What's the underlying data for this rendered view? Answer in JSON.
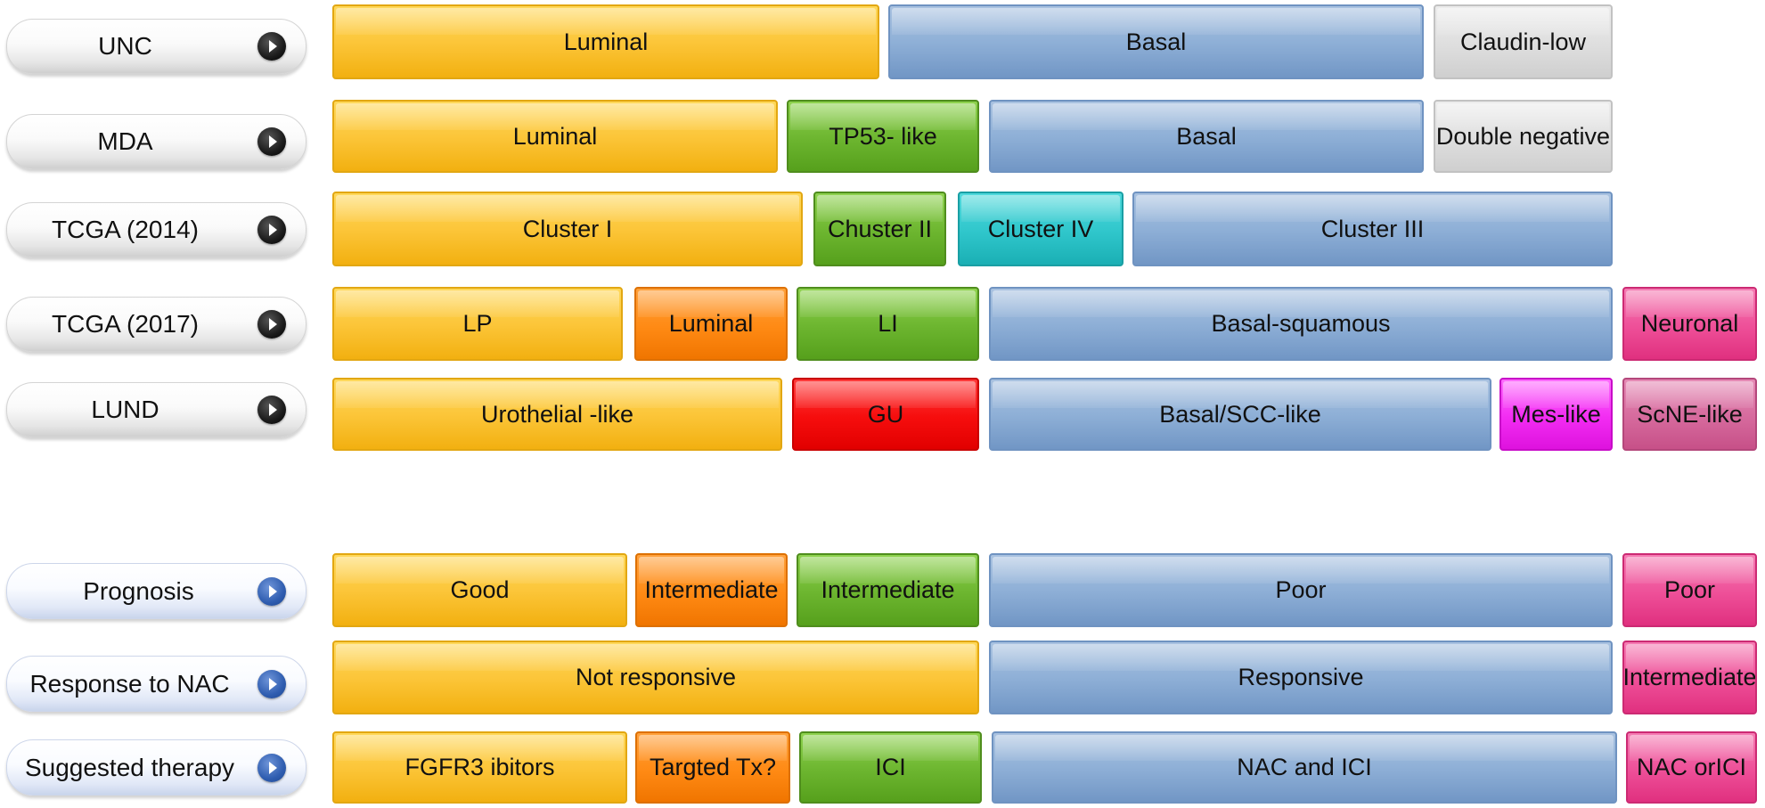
{
  "classification_rows": [
    {
      "label": "UNC",
      "style": "gray",
      "segments": [
        {
          "text": "Luminal",
          "color": "yellow"
        },
        {
          "text": "Basal",
          "color": "blue"
        },
        {
          "text": "Claudin-low",
          "color": "gray"
        }
      ]
    },
    {
      "label": "MDA",
      "style": "gray",
      "segments": [
        {
          "text": "Luminal",
          "color": "yellow"
        },
        {
          "text": "TP53- like",
          "color": "green"
        },
        {
          "text": "Basal",
          "color": "blue"
        },
        {
          "text": "Double negative",
          "color": "gray"
        }
      ]
    },
    {
      "label": "TCGA (2014)",
      "style": "gray",
      "segments": [
        {
          "text": "Cluster I",
          "color": "yellow"
        },
        {
          "text": "Chuster II",
          "color": "green"
        },
        {
          "text": "Cluster IV",
          "color": "teal"
        },
        {
          "text": "Cluster III",
          "color": "blue"
        }
      ]
    },
    {
      "label": "TCGA (2017)",
      "style": "gray",
      "segments": [
        {
          "text": "LP",
          "color": "yellow"
        },
        {
          "text": "Luminal",
          "color": "orange"
        },
        {
          "text": "LI",
          "color": "green"
        },
        {
          "text": "Basal-squamous",
          "color": "blue"
        },
        {
          "text": "Neuronal",
          "color": "pink"
        }
      ]
    },
    {
      "label": "LUND",
      "style": "gray",
      "segments": [
        {
          "text": "Urothelial -like",
          "color": "yellow"
        },
        {
          "text": "GU",
          "color": "red"
        },
        {
          "text": "Basal/SCC-like",
          "color": "blue"
        },
        {
          "text": "Mes-like",
          "color": "magenta"
        },
        {
          "text": "ScNE-like",
          "color": "rose"
        }
      ]
    }
  ],
  "outcome_rows": [
    {
      "label": "Prognosis",
      "style": "blue",
      "segments": [
        {
          "text": "Good",
          "color": "yellow"
        },
        {
          "text": "Intermediate",
          "color": "orange"
        },
        {
          "text": "Intermediate",
          "color": "green"
        },
        {
          "text": "Poor",
          "color": "blue"
        },
        {
          "text": "Poor",
          "color": "pink"
        }
      ]
    },
    {
      "label": "Response to NAC",
      "style": "blue",
      "segments": [
        {
          "text": "Not responsive",
          "color": "yellow"
        },
        {
          "text": "Responsive",
          "color": "blue"
        },
        {
          "text": "Intermediate",
          "color": "pink"
        }
      ]
    },
    {
      "label": "Suggested therapy",
      "style": "blue",
      "segments": [
        {
          "text": "FGFR3 ibitors",
          "color": "yellow"
        },
        {
          "text": "Targted Tx?",
          "color": "orange"
        },
        {
          "text": "ICI",
          "color": "green"
        },
        {
          "text": "NAC and ICI",
          "color": "blue"
        },
        {
          "text": "NAC orICI",
          "color": "pink"
        }
      ]
    }
  ],
  "palette": {
    "yellow": "#fcc63a",
    "blue": "#8fb0d7",
    "gray": "#dedede",
    "green": "#6cb52f",
    "teal": "#2fc6cb",
    "orange": "#ff8a14",
    "red": "#f60d0d",
    "magenta": "#f22cf2",
    "pink": "#ee4f98",
    "rose": "#d66a9d"
  },
  "icons": {
    "row_button": "play-arrow-icon"
  }
}
